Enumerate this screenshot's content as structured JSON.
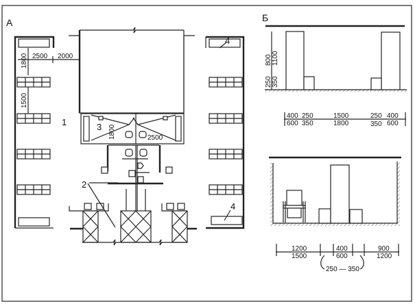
{
  "plan": {
    "title": "А",
    "dims": {
      "left_gap": "2500",
      "corridor": "2000",
      "bench_spacing_top": "1800",
      "bench_spacing": "1500",
      "shower_depth": "1800",
      "shower_width": "2500"
    },
    "markers": {
      "m1": "1",
      "m2": "2",
      "m3": "3",
      "m4_top": "4",
      "m4_bottom": "4"
    }
  },
  "section_b": {
    "title": "Б",
    "vertical_dims": {
      "upper_a": "800",
      "upper_b": "1100",
      "lower_a": "250",
      "lower_b": "350"
    },
    "top_row": [
      "400",
      "250",
      "1500",
      "250",
      "400"
    ],
    "bottom_row": [
      "600",
      "350",
      "1800",
      "350",
      "600"
    ]
  },
  "section_c": {
    "top_row": [
      "1200",
      "400",
      "900"
    ],
    "bottom_row": [
      "1500",
      "600",
      "1200"
    ],
    "range": "250 — 350"
  }
}
